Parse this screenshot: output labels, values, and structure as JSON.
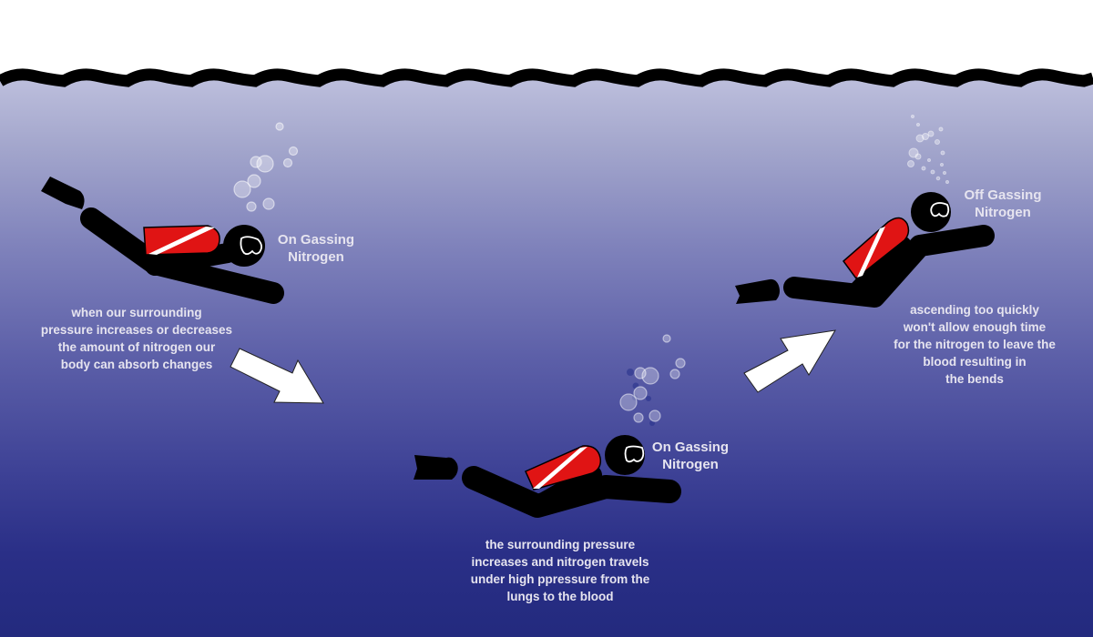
{
  "colors": {
    "water_top": "#bcbedc",
    "water_bottom": "#232a7e",
    "diver": "#000000",
    "tank": "#e01414",
    "tank_stripe": "#ffffff",
    "arrow": "#ffffff",
    "text": "#e6e4ef"
  },
  "stages": [
    {
      "id": "descent",
      "title": "On Gassing\nNitrogen",
      "description": "when our surrounding\npressure increases or decreases\nthe amount of nitrogen our\nbody can absorb changes"
    },
    {
      "id": "depth",
      "title": "On Gassing\nNitrogen",
      "description": "the surrounding pressure\nincreases and nitrogen travels\nunder high ppressure from the\nlungs to the blood"
    },
    {
      "id": "ascent",
      "title": "Off Gassing\nNitrogen",
      "description": "ascending too quickly\nwon't allow enough time\nfor the nitrogen to leave the\nblood resulting in\nthe bends"
    }
  ],
  "arrows": [
    {
      "id": "arrow-down-right",
      "direction": "down-right"
    },
    {
      "id": "arrow-up-right",
      "direction": "up-right"
    }
  ]
}
